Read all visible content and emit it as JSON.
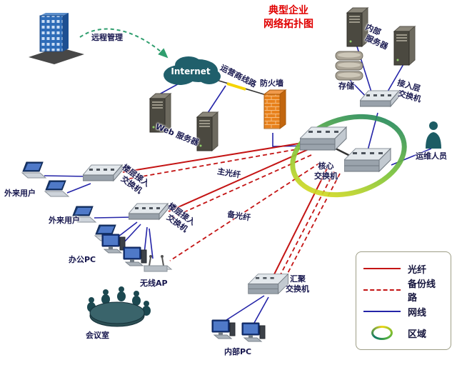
{
  "title": {
    "line1": "典型企业",
    "line2": "网络拓扑图"
  },
  "nodes": {
    "remote_mgmt": "远程管理",
    "internet": "Internet",
    "carrier_line": "运营商线路",
    "firewall": "防火墙",
    "web_server": "Web 服务器",
    "internal_server": {
      "line1": "内部",
      "line2": "服务器"
    },
    "storage": "存储",
    "access_switch": {
      "line1": "接入层",
      "line2": "交换机"
    },
    "core_switch": {
      "line1": "核心",
      "line2": "交换机"
    },
    "ops_staff": "运维人员",
    "floor_switch": {
      "line1": "楼层接入",
      "line2": "交换机"
    },
    "guest_user": "外来用户",
    "office_pc": "办公PC",
    "wireless_ap": "无线AP",
    "meeting_room": "会议室",
    "agg_switch": {
      "line1": "汇聚",
      "line2": "交换机"
    },
    "internal_pc": "内部PC",
    "main_fiber": "主光纤",
    "backup_fiber": "备光纤"
  },
  "legend": {
    "items": [
      {
        "label": "光纤",
        "type": "fiber-solid-red"
      },
      {
        "label": "备份线路",
        "type": "backup-dashed-red"
      },
      {
        "label": "网线",
        "type": "cable-solid-blue"
      },
      {
        "label": "区域",
        "type": "zone-ring"
      }
    ]
  },
  "colors": {
    "title": "#e00000",
    "fiber": "#c41414",
    "backup_line": "#c41414",
    "network_cable": "#2424a8",
    "carrier_highlight": "#f5d400",
    "remote_link": "#2f9e6e",
    "zone_ring": [
      "#f2d713",
      "#58b33c",
      "#0f7a66"
    ],
    "cloud": "#205f6b",
    "firewall": "#e8811c"
  }
}
